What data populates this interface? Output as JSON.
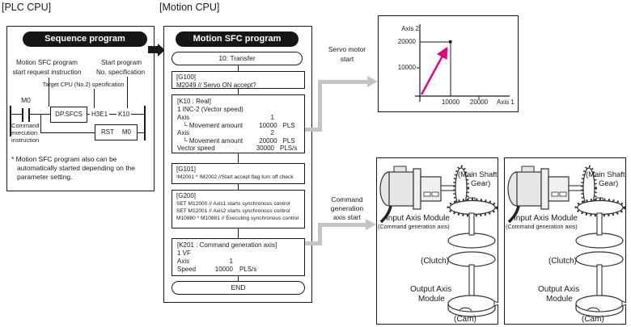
{
  "plc": {
    "title": "[PLC CPU]",
    "header": "Sequence program",
    "start_request_1": "Motion SFC program",
    "start_request_2": "start request instruction",
    "start_program_1": "Start program",
    "start_program_2": "No. specification",
    "target_cpu": "Target CPU (No.2) specification",
    "m0": "M0",
    "dp_sfcs": "DP.SFCS",
    "h3e1": "H3E1",
    "k10": "K10",
    "rst": "RST",
    "rst_m0": "M0",
    "cmd_exec_1": "Command",
    "cmd_exec_2": "execution",
    "cmd_exec_3": "instruction",
    "footnote_1": "* Motion SFC program also can be",
    "footnote_2": "automatically started depending on the",
    "footnote_3": "parameter setting."
  },
  "motion": {
    "title": "[Motion CPU]",
    "header": "Motion SFC program",
    "transfer": "10: Transfer",
    "g100_title": "[G100]",
    "g100_line": "M2049 // Servo ON accept?",
    "k10_title": "[K10 : Real]",
    "k10_subtitle": "1 INC-2 (Vector speed)",
    "k10_rows": [
      {
        "name": "Axis",
        "value": "1",
        "unit": ""
      },
      {
        "name": "└ Movement amount",
        "value": "10000",
        "unit": "PLS"
      },
      {
        "name": "Axis",
        "value": "2",
        "unit": ""
      },
      {
        "name": "└ Movement amount",
        "value": "20000",
        "unit": "PLS"
      },
      {
        "name": "Vector speed",
        "value": "30000",
        "unit": "PLS/s"
      }
    ],
    "g101_title": "[G101]",
    "g101_line": "!M2001 * !M2002 //Start accept flag turn off check",
    "g200_title": "[G200]",
    "g200_line1": "SET M12000   // Axis1 starts synchronous control",
    "g200_line2": "SET M12001   // Axis2 starts synchronous control",
    "g200_line3": "M10880 * M10881 // Executing synchronous control",
    "k201_title": "[K201 : Command generation axis]",
    "k201_subtitle": "1  VF",
    "k201_rows": [
      {
        "name": "Axis",
        "value": "1",
        "unit": ""
      },
      {
        "name": "Speed",
        "value": "10000",
        "unit": "PLS/s"
      }
    ],
    "end": "END"
  },
  "arrows": {
    "servo_1": "Servo motor",
    "servo_2": "start",
    "command_1": "Command",
    "command_2": "generation",
    "command_3": "axis start"
  },
  "chart": {
    "axis2": "Axis 2",
    "axis1": "Axis 1",
    "y20000": "20000",
    "y10000": "10000",
    "x10000": "10000",
    "x20000": "20000"
  },
  "chart_data": {
    "type": "line",
    "title": "",
    "xlabel": "Axis 1",
    "ylabel": "Axis 2",
    "x": [
      0,
      10000
    ],
    "y": [
      0,
      20000
    ],
    "xlim": [
      0,
      25000
    ],
    "ylim": [
      0,
      25000
    ],
    "x_ticks": [
      10000,
      20000
    ],
    "y_ticks": [
      10000,
      20000
    ],
    "grid": false,
    "annotation": "magenta vector arrow from origin to (10000, 20000) with guide lines"
  },
  "mechanism": {
    "main_shaft_gear_1": "(Main Shaft",
    "main_shaft_gear_2": "Gear)",
    "input_axis_module": "Input Axis Module",
    "command_generation_axis": "(Command generation axis)",
    "clutch": "(Clutch)",
    "output_axis_1": "Output Axis",
    "output_axis_2": "Module",
    "cam": "(Cam)"
  },
  "colors": {
    "vector_arrow": "#e5007d",
    "flow_arrow_gray": "#c4c4c4",
    "header_pill": "#161616"
  }
}
